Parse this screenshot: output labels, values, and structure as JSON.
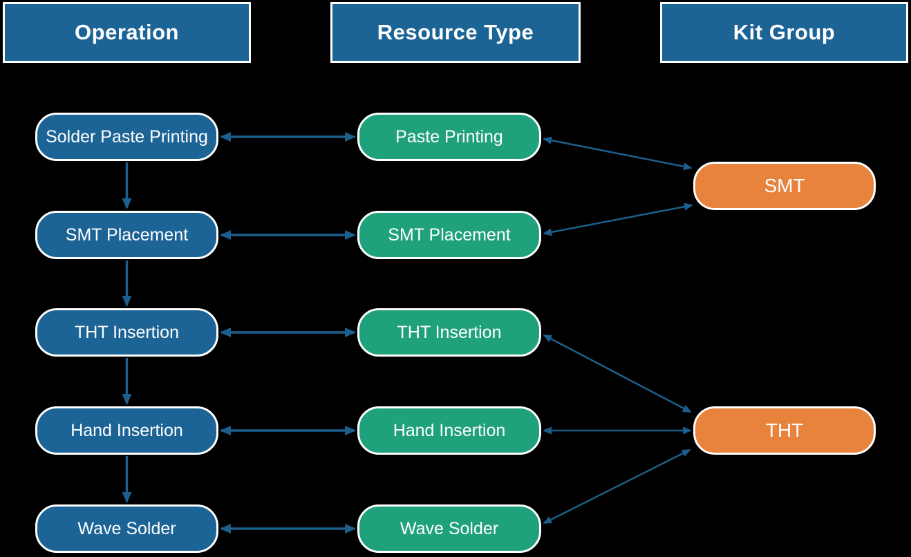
{
  "canvas": {
    "background": "#000000"
  },
  "colors": {
    "header_fill": "#1C6496",
    "operation_node_fill": "#1C6496",
    "resource_node_fill": "#1FA17C",
    "kit_node_fill": "#E8833E",
    "node_border": "#FFFFFF",
    "arrow": "#1C5F8D",
    "text": "#FFFFFF"
  },
  "headers": {
    "operation": "Operation",
    "resource_type": "Resource Type",
    "kit_group": "Kit Group"
  },
  "operations": [
    "Solder Paste Printing",
    "SMT Placement",
    "THT Insertion",
    "Hand Insertion",
    "Wave Solder"
  ],
  "resource_types": [
    "Paste Printing",
    "SMT Placement",
    "THT Insertion",
    "Hand Insertion",
    "Wave Solder"
  ],
  "kit_groups": [
    "SMT",
    "THT"
  ],
  "connections": {
    "operation_flow": [
      {
        "from": "Solder Paste Printing",
        "to": "SMT Placement",
        "direction": "one-way"
      },
      {
        "from": "SMT Placement",
        "to": "THT Insertion",
        "direction": "one-way"
      },
      {
        "from": "THT Insertion",
        "to": "Hand Insertion",
        "direction": "one-way"
      },
      {
        "from": "Hand Insertion",
        "to": "Wave Solder",
        "direction": "one-way"
      }
    ],
    "operation_resource": [
      {
        "operation": "Solder Paste Printing",
        "resource": "Paste Printing",
        "direction": "two-way"
      },
      {
        "operation": "SMT Placement",
        "resource": "SMT Placement",
        "direction": "two-way"
      },
      {
        "operation": "THT Insertion",
        "resource": "THT Insertion",
        "direction": "two-way"
      },
      {
        "operation": "Hand Insertion",
        "resource": "Hand Insertion",
        "direction": "two-way"
      },
      {
        "operation": "Wave Solder",
        "resource": "Wave Solder",
        "direction": "two-way"
      }
    ],
    "resource_kit": [
      {
        "resource": "Paste Printing",
        "kit": "SMT",
        "direction": "two-way"
      },
      {
        "resource": "SMT Placement",
        "kit": "SMT",
        "direction": "two-way"
      },
      {
        "resource": "THT Insertion",
        "kit": "THT",
        "direction": "two-way"
      },
      {
        "resource": "Hand Insertion",
        "kit": "THT",
        "direction": "two-way"
      },
      {
        "resource": "Wave Solder",
        "kit": "THT",
        "direction": "two-way"
      }
    ]
  }
}
